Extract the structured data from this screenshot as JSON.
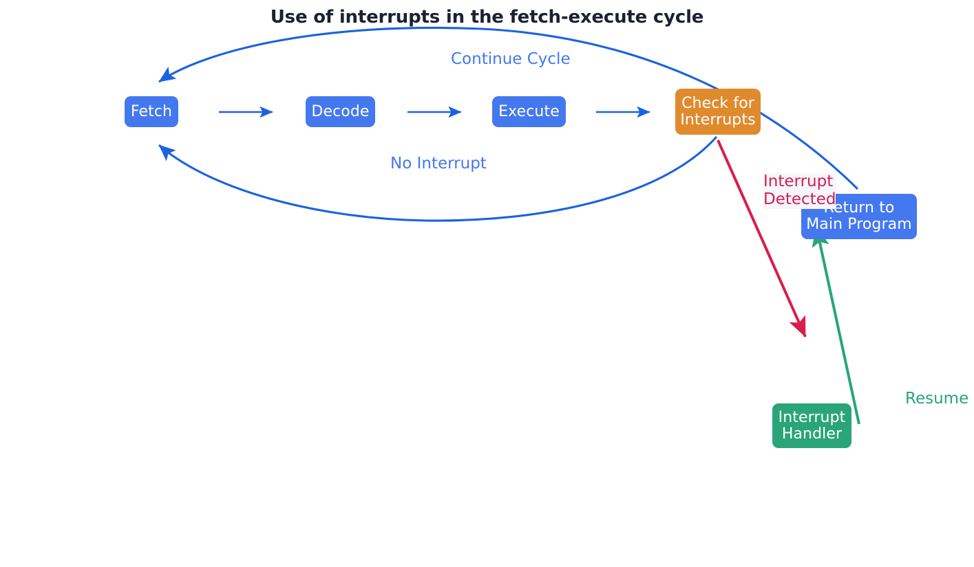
{
  "title": "Use of interrupts in the fetch-execute cycle",
  "colors": {
    "blue": "#4478ee",
    "blue_arrow": "#1a62e0",
    "orange": "#e08a2e",
    "green": "#29a578",
    "red": "#d81e4a",
    "title_text": "#1b2133",
    "node_text": "#ffffff",
    "background": "#ffffff"
  },
  "nodes": [
    {
      "id": "fetch",
      "label": "Fetch",
      "color": "#4478ee"
    },
    {
      "id": "decode",
      "label": "Decode",
      "color": "#4478ee"
    },
    {
      "id": "execute",
      "label": "Execute",
      "color": "#4478ee"
    },
    {
      "id": "check",
      "label": "Check for\nInterrupts",
      "color": "#e08a2e"
    },
    {
      "id": "return",
      "label": "Return to\nMain Program",
      "color": "#4478ee"
    },
    {
      "id": "handler",
      "label": "Interrupt\nHandler",
      "color": "#29a578"
    }
  ],
  "edge_labels": {
    "continue_cycle": "Continue Cycle",
    "no_interrupt": "No Interrupt",
    "interrupt_detected": "Interrupt\nDetected",
    "resume": "Resume"
  },
  "edges": [
    {
      "id": "fetch-to-decode",
      "from": "fetch",
      "to": "decode",
      "style": "straight",
      "color": "#1a62e0",
      "label": ""
    },
    {
      "id": "decode-to-execute",
      "from": "decode",
      "to": "execute",
      "style": "straight",
      "color": "#1a62e0",
      "label": ""
    },
    {
      "id": "execute-to-check",
      "from": "execute",
      "to": "check",
      "style": "straight",
      "color": "#1a62e0",
      "label": ""
    },
    {
      "id": "check-to-fetch-continue",
      "from": "return",
      "to": "fetch",
      "style": "curve-top",
      "color": "#1a62e0",
      "label": "Continue Cycle"
    },
    {
      "id": "check-to-fetch-nointerrupt",
      "from": "check",
      "to": "fetch",
      "style": "curve-bottom",
      "color": "#1a62e0",
      "label": "No Interrupt"
    },
    {
      "id": "check-to-handler",
      "from": "check",
      "to": "handler",
      "style": "line",
      "color": "#d81e4a",
      "label": "Interrupt\nDetected"
    },
    {
      "id": "handler-to-return",
      "from": "handler",
      "to": "return",
      "style": "line",
      "color": "#29a578",
      "label": "Resume"
    }
  ]
}
